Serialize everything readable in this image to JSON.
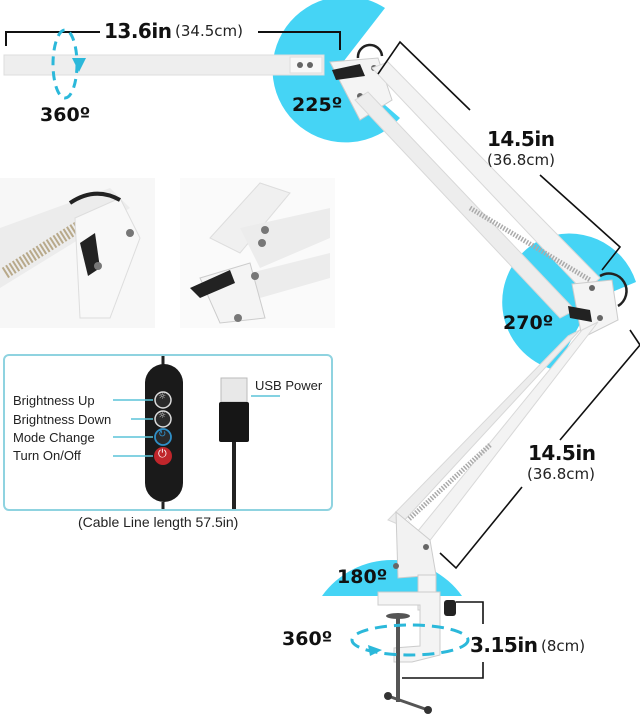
{
  "top_arm": {
    "length_in": "13.6in",
    "length_cm": "(34.5cm)",
    "rotation": "360º",
    "joint_angle": "225º"
  },
  "upper_arm": {
    "length_in": "14.5in",
    "length_cm": "(36.8cm)",
    "joint_angle": "270º"
  },
  "lower_arm": {
    "length_in": "14.5in",
    "length_cm": "(36.8cm)",
    "joint_angle": "180º"
  },
  "clamp": {
    "rotation": "360º",
    "opening_in": "3.15in",
    "opening_cm": "(8cm)"
  },
  "controller": {
    "buttons": [
      {
        "label": "Brightness Up",
        "icon": "brightness-up-icon"
      },
      {
        "label": "Brightness Down",
        "icon": "brightness-down-icon"
      },
      {
        "label": "Mode Change",
        "icon": "mode-change-icon"
      },
      {
        "label": "Turn On/Off",
        "icon": "power-icon"
      }
    ],
    "usb_label": "USB Power",
    "cable_note": "(Cable Line length 57.5in)"
  },
  "colors": {
    "accent": "#45d4f5",
    "panel_border": "#8fd3e0",
    "arm": "#f2f2f2",
    "power_button": "#c0262b",
    "mode_button": "#2f8fc7"
  }
}
